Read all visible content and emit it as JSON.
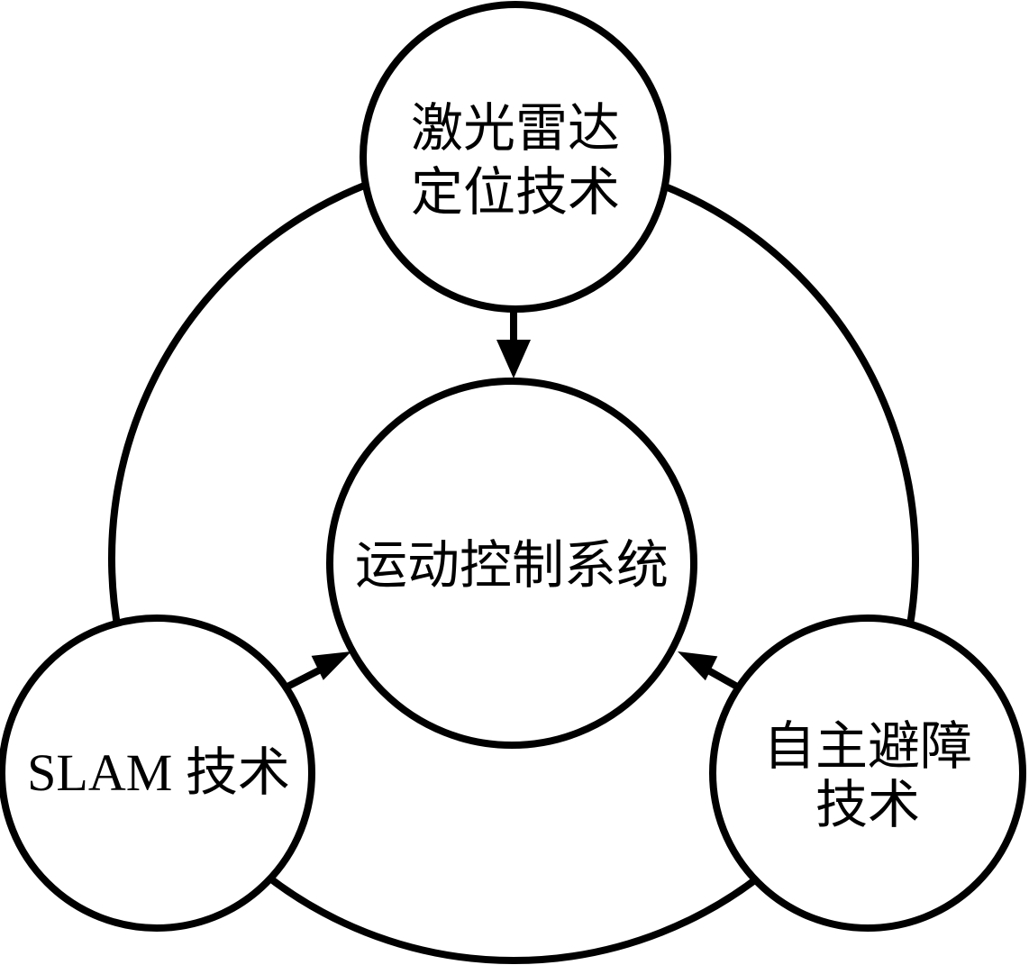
{
  "diagram": {
    "type": "circular-relationship-diagram",
    "nodes": {
      "top": {
        "id": "lidar-positioning",
        "label_line1": "激光雷达",
        "label_line2": "定位技术"
      },
      "center": {
        "id": "motion-control-system",
        "label": "运动控制系统"
      },
      "left": {
        "id": "slam-technology",
        "label": "SLAM 技术"
      },
      "right": {
        "id": "autonomous-obstacle-avoidance",
        "label_line1": "自主避障",
        "label_line2": "技术"
      }
    },
    "edges": [
      {
        "from": "lidar-positioning",
        "to": "motion-control-system",
        "style": "arrow"
      },
      {
        "from": "slam-technology",
        "to": "motion-control-system",
        "style": "arrow"
      },
      {
        "from": "autonomous-obstacle-avoidance",
        "to": "motion-control-system",
        "style": "arrow"
      },
      {
        "from": "lidar-positioning",
        "to": "slam-technology",
        "style": "ring-link"
      },
      {
        "from": "slam-technology",
        "to": "autonomous-obstacle-avoidance",
        "style": "ring-link"
      },
      {
        "from": "autonomous-obstacle-avoidance",
        "to": "lidar-positioning",
        "style": "ring-link"
      }
    ],
    "colors": {
      "stroke": "#000000",
      "node_fill": "#ffffff",
      "background": "#ffffff"
    }
  }
}
